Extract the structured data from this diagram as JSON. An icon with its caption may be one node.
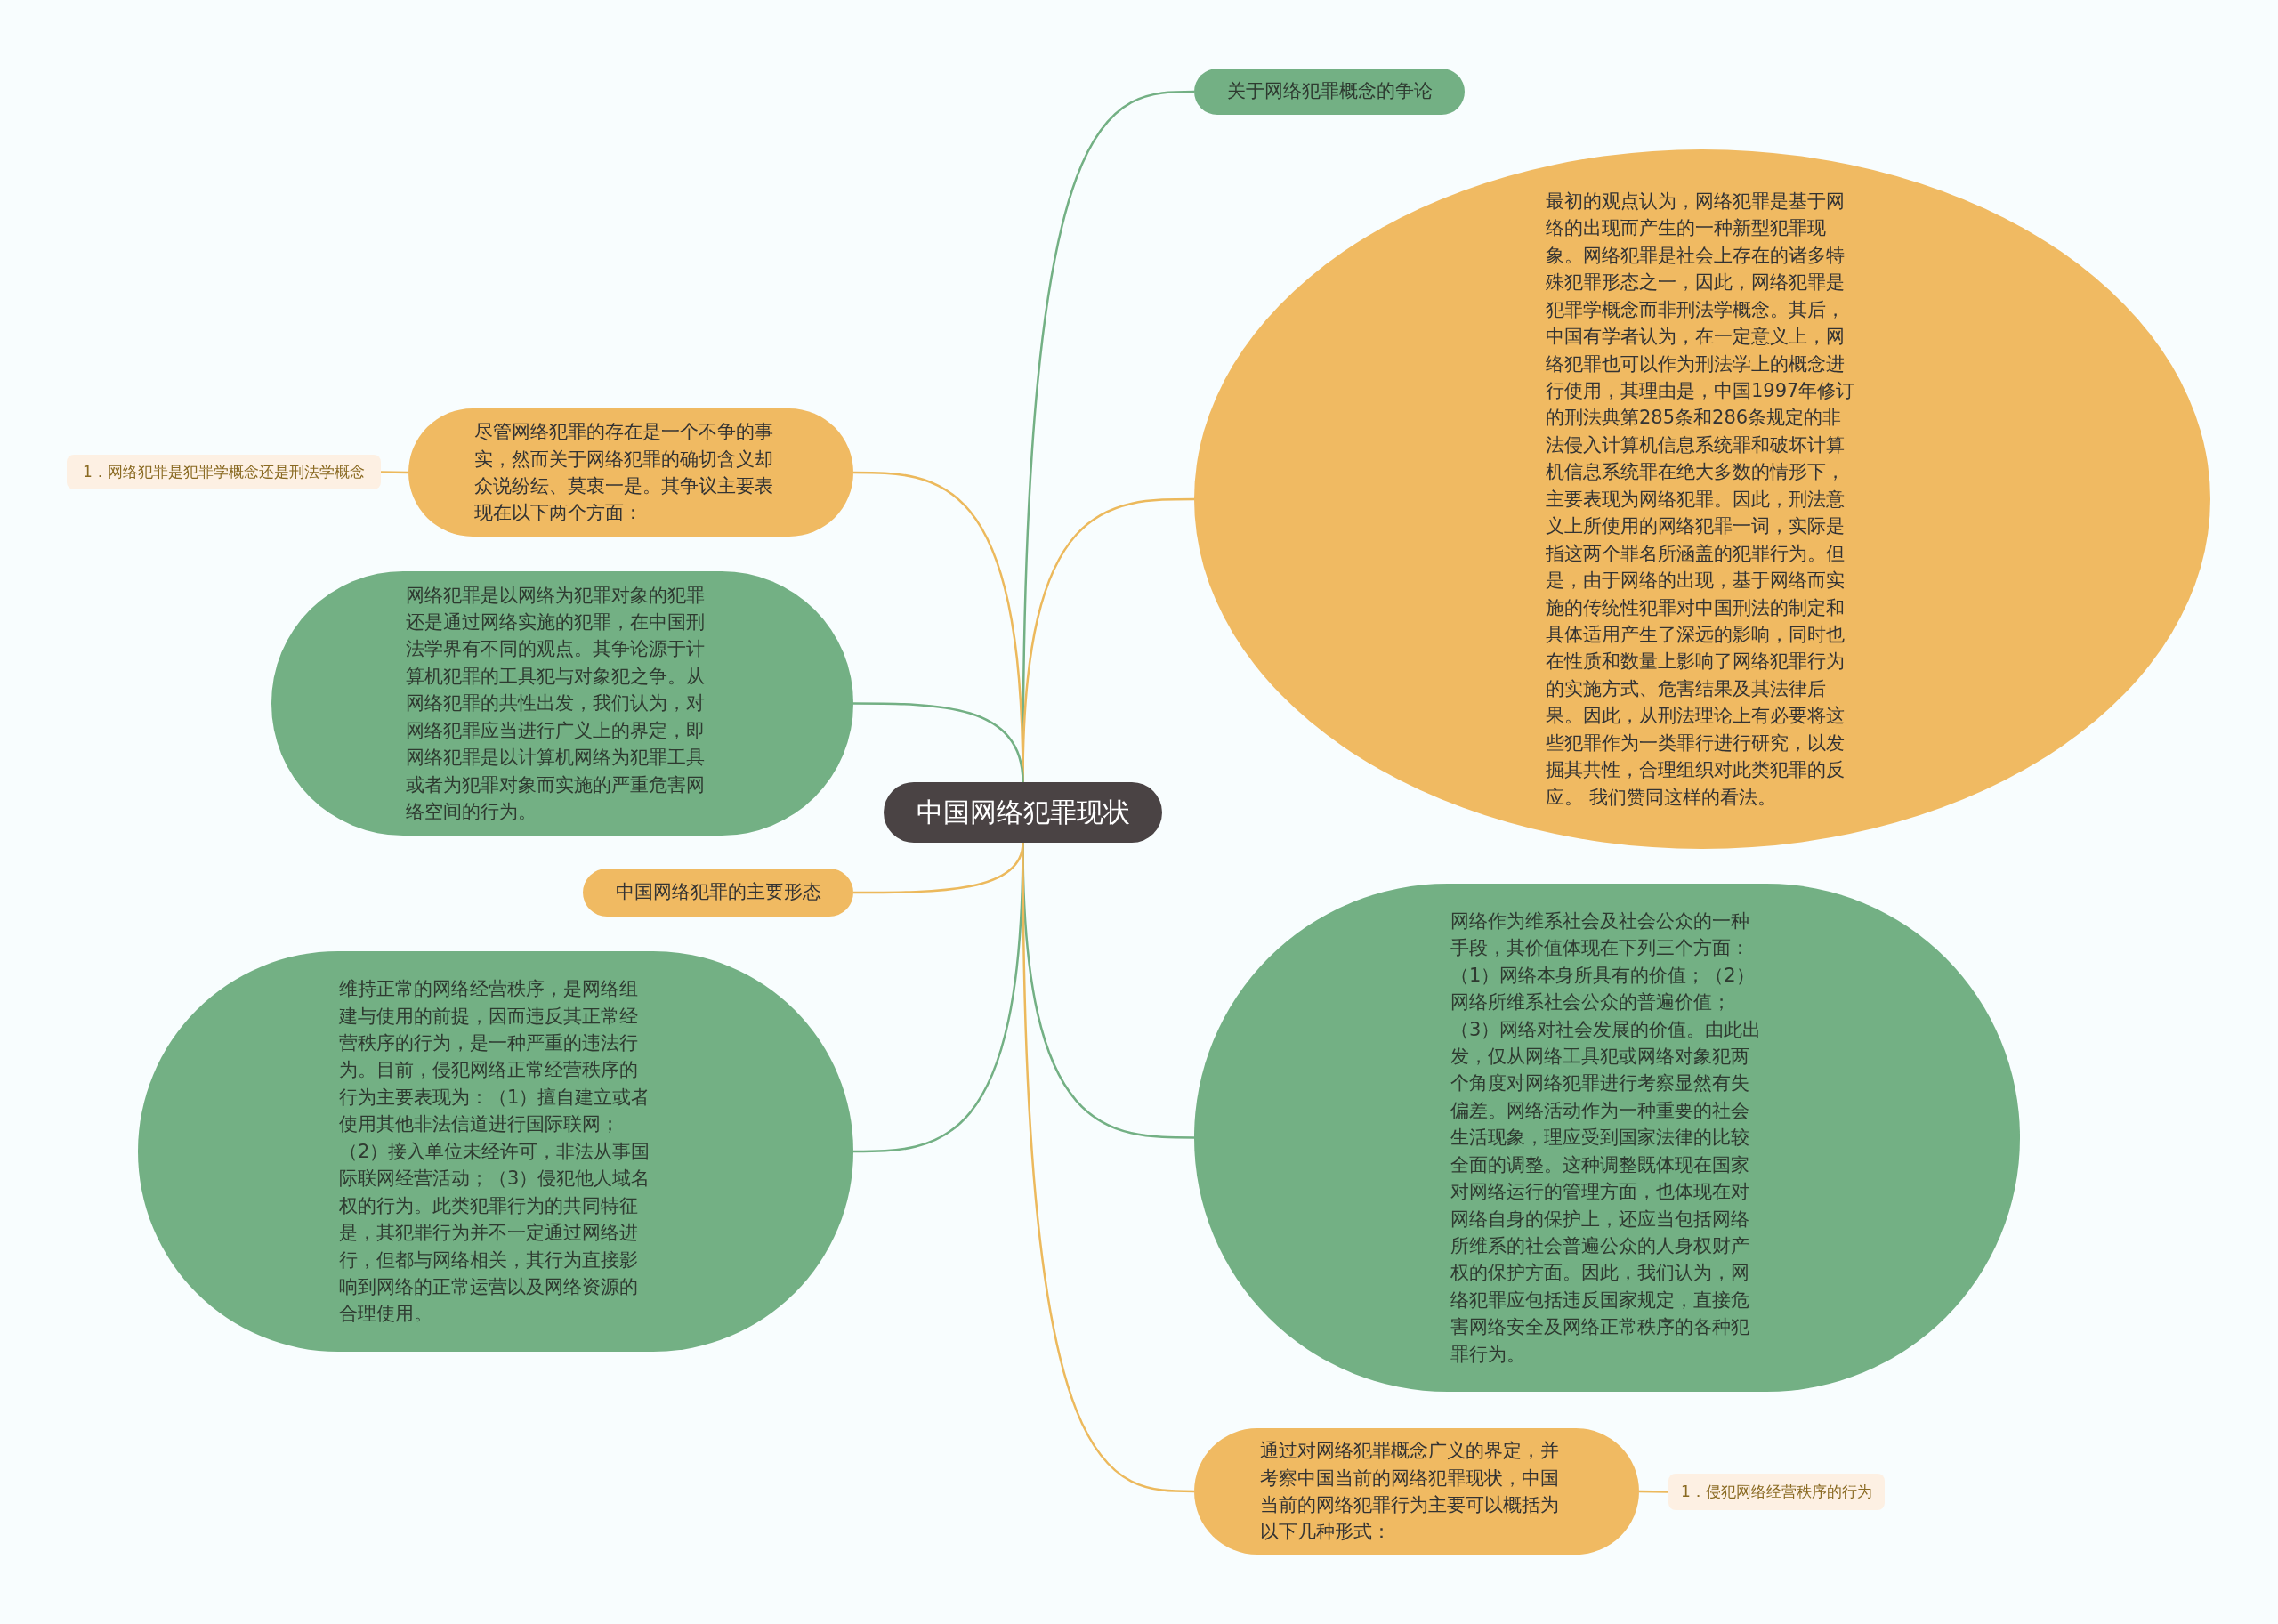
{
  "diagram": {
    "nodes": [
      {
        "text": [
          "中国网络犯罪现状"
        ]
      },
      {
        "text": [
          "关于网络犯罪概念的争论"
        ]
      },
      {
        "text": [
          "最初的观点认为，网络犯罪是基于网络的出现而产生的一种新型犯罪现象。网络犯罪是社会上存在的诸多特殊犯罪形态之一，因此，网络犯罪是犯罪学概念而非刑法学概念。其后，中国有学者认为，在一定意义上，网络犯罪也可以作为刑法学上的概念进行使用，其理由是，中国1997年修订的刑法典第285条和286条规定的非法侵入计算机信息系统罪和破坏计算机信息系统罪在绝大多数的情形下，主要表现为网络犯罪。因此，刑法意义上所使用的网络犯罪一词，实际是指这两个罪名所涵盖的犯罪行为。但是，由于网络的出现，基于网络而实施的传统性犯罪对中国刑法的制定和具体适用产生了深远的影响，同时也在性质和数量上影响了网络犯罪行为的实施方式、危害结果及其法律后果。因此，从刑法理论上有必要将这些犯罪作为一类罪行进行研究，以发掘其共性，合理组织对此类犯罪的反应。 我们赞同这样的看法。"
        ]
      },
      {
        "text": [
          "尽管网络犯罪的存在是一个不争的事实，然而关于网络犯罪的确切含义却众说纷纭、莫衷一是。其争议主要表现在以下两个方面："
        ]
      },
      {
        "text": [
          "1．网络犯罪是犯罪学概念还是刑法学概念"
        ]
      },
      {
        "text": [
          "网络犯罪是以网络为犯罪对象的犯罪还是通过网络实施的犯罪，在中国刑法学界有不同的观点。其争论源于计算机犯罪的工具犯与对象犯之争。从网络犯罪的共性出发，我们认为，对网络犯罪应当进行广义上的界定，即网络犯罪是以计算机网络为犯罪工具或者为犯罪对象而实施的严重危害网络空间的行为。"
        ]
      },
      {
        "text": [
          "中国网络犯罪的主要形态"
        ]
      },
      {
        "text": [
          "维持正常的网络经营秩序，是网络组建与使用的前提，因而违反其正常经营秩序的行为，是一种严重的违法行为。目前，侵犯网络正常经营秩序的行为主要表现为：（1）擅自建立或者使用其他非法信道进行国际联网；（2）接入单位未经许可，非法从事国际联网经营活动；（3）侵犯他人域名权的行为。此类犯罪行为的共同特征是，其犯罪行为并不一定通过网络进行，但都与网络相关，其行为直接影响到网络的正常运营以及网络资源的合理使用。"
        ]
      },
      {
        "text": [
          "网络作为维系社会及社会公众的一种手段，其价值体现在下列三个方面：（1）网络本身所具有的价值；（2）网络所维系社会公众的普遍价值；（3）网络对社会发展的价值。由此出发，仅从网络工具犯或网络对象犯两个角度对网络犯罪进行考察显然有失偏差。网络活动作为一种重要的社会生活现象，理应受到国家法律的比较全面的调整。这种调整既体现在国家对网络运行的管理方面，也体现在对网络自身的保护上，还应当包括网络所维系的社会普遍公众的人身权财产权的保护方面。因此，我们认为，网络犯罪应包括违反国家规定，直接危害网络安全及网络正常秩序的各种犯罪行为。"
        ]
      },
      {
        "text": [
          "通过对网络犯罪概念广义的界定，并考察中国当前的网络犯罪现状，中国当前的网络犯罪行为主要可以概括为以下几种形式："
        ]
      },
      {
        "text": [
          "1．侵犯网络经营秩序的行为"
        ]
      }
    ],
    "edges": [
      {
        "from": 0,
        "to": 1,
        "arrow": "none",
        "color": "#73b084"
      },
      {
        "from": 0,
        "to": 2,
        "arrow": "none"
      },
      {
        "from": 0,
        "to": 3,
        "arrow": "none"
      },
      {
        "from": 3,
        "to": 4,
        "arrow": "none"
      },
      {
        "from": 0,
        "to": 5,
        "arrow": "none",
        "color": "#73b084"
      },
      {
        "from": 0,
        "to": 6,
        "arrow": "none"
      },
      {
        "from": 0,
        "to": 7,
        "arrow": "none",
        "color": "#73b084"
      },
      {
        "from": 0,
        "to": 8,
        "arrow": "none",
        "color": "#73b084"
      },
      {
        "from": 0,
        "to": 9,
        "arrow": "none"
      },
      {
        "from": 9,
        "to": 10,
        "arrow": "none"
      }
    ]
  }
}
